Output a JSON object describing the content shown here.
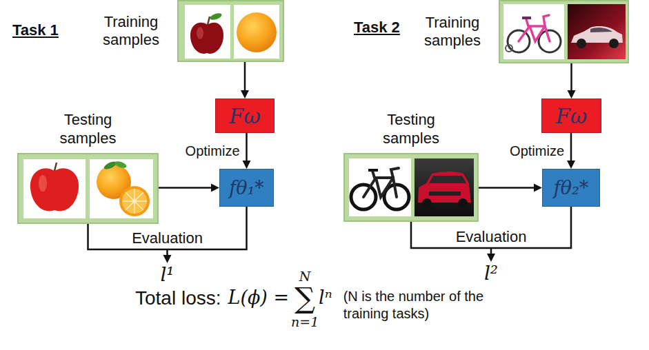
{
  "diagram": {
    "nodes": [
      {
        "text": [
          "Training samples"
        ]
      },
      {
        "text": [
          "Fω"
        ]
      },
      {
        "text": [
          "fθ₁*"
        ]
      },
      {
        "text": [
          "Testing samples"
        ]
      },
      {
        "text": [
          "Training samples"
        ]
      },
      {
        "text": [
          "Fω"
        ]
      },
      {
        "text": [
          "fθ₂*"
        ]
      },
      {
        "text": [
          "Testing samples"
        ]
      }
    ],
    "edges": [
      {
        "from": 0,
        "to": 1,
        "arrow": "to"
      },
      {
        "from": 1,
        "to": 2,
        "label": "Optimize",
        "arrow": "to"
      },
      {
        "from": 3,
        "to": 2,
        "arrow": "to"
      },
      {
        "from": 4,
        "to": 5,
        "arrow": "to"
      },
      {
        "from": 5,
        "to": 6,
        "label": "Optimize",
        "arrow": "to"
      },
      {
        "from": 7,
        "to": 6,
        "arrow": "to"
      }
    ],
    "labels": [
      "Task 1",
      "Task 2",
      "Evaluation",
      "l¹",
      "Evaluation",
      "l²",
      "Total loss:",
      "L(ϕ) =",
      "N",
      "∑",
      "n=1",
      "lⁿ",
      "(N is the number of the training tasks)"
    ]
  }
}
